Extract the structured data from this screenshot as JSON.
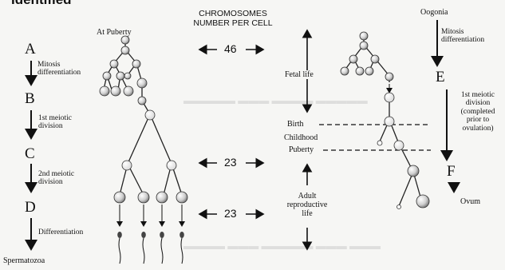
{
  "header": {
    "partial_title": "Identified",
    "chromosome_heading": "CHROMOSOMES\nNUMBER PER CELL",
    "left_start": "At Puberty",
    "right_start": "Oogonia"
  },
  "left_stages": [
    {
      "letter": "A",
      "step": "Mitosis\ndifferentiation"
    },
    {
      "letter": "B",
      "step": "1st meiotic\ndivision"
    },
    {
      "letter": "C",
      "step": "2nd meiotic\ndivision"
    },
    {
      "letter": "D",
      "step": "Differentiation"
    }
  ],
  "left_end": "Spermatozoa",
  "counts": {
    "first": "46",
    "second": "23",
    "third": "23"
  },
  "timeline": {
    "fetal": "Fetal life",
    "birth": "Birth",
    "childhood": "Childhood",
    "puberty": "Puberty",
    "adult": "Adult\nreproductive\nlife"
  },
  "right_stages": [
    {
      "letter": "E",
      "step_top": "Mitosis\ndifferentiation",
      "step": "1st meiotic\ndivision\n(completed\nprior to\novulation)"
    },
    {
      "letter": "F",
      "end": "Ovum"
    }
  ]
}
